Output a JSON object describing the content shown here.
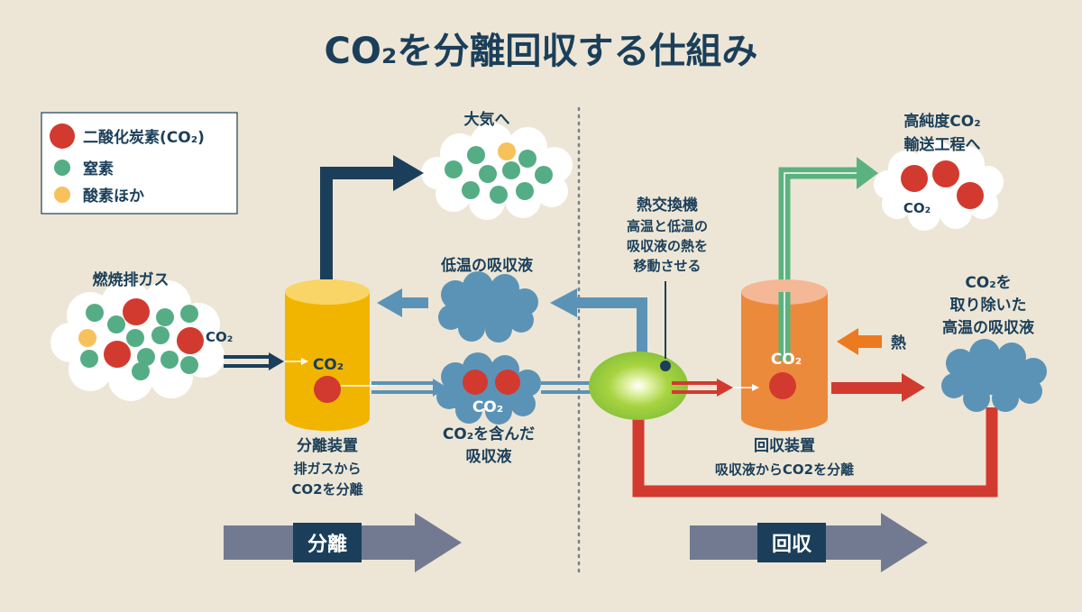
{
  "title": "CO₂を分離回収する仕組み",
  "legend": {
    "items": [
      {
        "label": "二酸化炭素(CO₂)",
        "color": "#d23a30"
      },
      {
        "label": "窒素",
        "color": "#55ad85"
      },
      {
        "label": "酸素ほか",
        "color": "#f7c15c"
      }
    ]
  },
  "labels": {
    "atmosphere": "大気へ",
    "exhaust_gas": "燃焼排ガス",
    "exhaust_co2": "CO₂",
    "separator_co2": "CO₂",
    "separator_name": "分離装置",
    "separator_desc1": "排ガスから",
    "separator_desc2": "CO2を分離",
    "low_temp_liquid": "低温の吸収液",
    "rich_liquid_co2": "CO₂",
    "rich_liquid1": "CO₂を含んだ",
    "rich_liquid2": "吸収液",
    "heat_exchanger_title": "熱交換機",
    "heat_exchanger_desc1": "高温と低温の",
    "heat_exchanger_desc2": "吸収液の熱を",
    "heat_exchanger_desc3": "移動させる",
    "recovery_co2": "CO₂",
    "recovery_name": "回収装置",
    "recovery_desc": "吸収液からCO2を分離",
    "heat": "熱",
    "high_purity1": "高純度CO₂",
    "high_purity2": "輸送工程へ",
    "high_purity_co2": "CO₂",
    "lean_liquid1": "CO₂を",
    "lean_liquid2": "取り除いた",
    "lean_liquid3": "高温の吸収液"
  },
  "stages": {
    "separation": "分離",
    "recovery": "回収"
  },
  "colors": {
    "background": "#ede6d6",
    "navy": "#1b3f5a",
    "co2": "#d23a30",
    "nitrogen": "#55ad85",
    "oxygen": "#f7c15c",
    "liquid_blue": "#5b93b7",
    "separator": "#f1b500",
    "recovery": "#ec8a3c",
    "green_pipe": "#5cb27f",
    "heat_arrow": "#ec7a1f",
    "stage_arrow": "#727a92"
  }
}
